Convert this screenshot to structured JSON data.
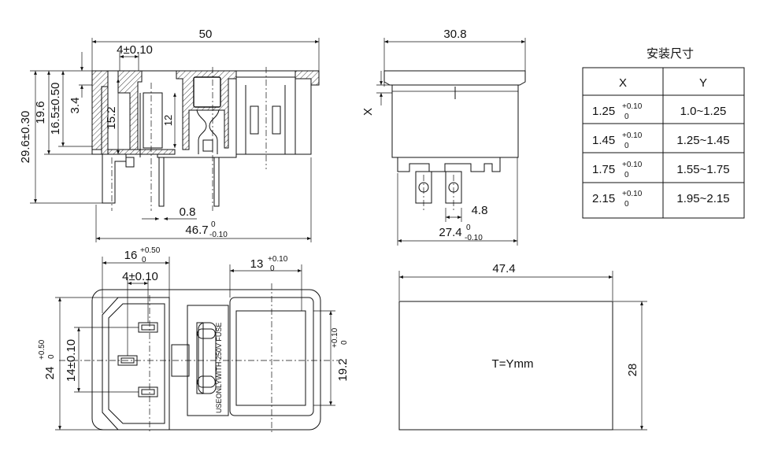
{
  "side_view": {
    "width_top": "50",
    "pin_offset": "4±0.10",
    "dim_29_6": "29.6±0.30",
    "dim_19_6": "19.6",
    "dim_16_5": "16.5±0.50",
    "dim_3_4": "3.4",
    "dim_15_2": "15.2",
    "dim_12": "12",
    "dim_0_8": "0.8",
    "dim_46_7": "46.7",
    "dim_46_7_tol_up": "0",
    "dim_46_7_tol_down": "-0.10"
  },
  "front_view": {
    "width_top": "30.8",
    "dim_x": "X",
    "dim_4_8": "4.8",
    "dim_27_4": "27.4",
    "dim_27_4_tol_up": "0",
    "dim_27_4_tol_down": "-0.10"
  },
  "install_table": {
    "title": "安装尺寸",
    "headers": [
      "X",
      "Y"
    ],
    "rows": [
      {
        "x": "1.25",
        "tol_up": "+0.10",
        "tol_down": "0",
        "y": "1.0~1.25"
      },
      {
        "x": "1.45",
        "tol_up": "+0.10",
        "tol_down": "0",
        "y": "1.25~1.45"
      },
      {
        "x": "1.75",
        "tol_up": "+0.10",
        "tol_down": "0",
        "y": "1.55~1.75"
      },
      {
        "x": "2.15",
        "tol_up": "+0.10",
        "tol_down": "0",
        "y": "1.95~2.15"
      }
    ]
  },
  "top_view": {
    "dim_16": "16",
    "dim_16_tol_up": "+0.50",
    "dim_16_tol_down": "0",
    "dim_4": "4±0.10",
    "dim_13": "13",
    "dim_13_tol_up": "+0.10",
    "dim_13_tol_down": "0",
    "dim_24": "24",
    "dim_24_tol_up": "+0.50",
    "dim_24_tol_down": "0",
    "dim_14": "14±0.10",
    "dim_19_2": "19.2",
    "dim_19_2_tol_up": "+0.10",
    "dim_19_2_tol_down": "0",
    "fuse_label": "USEONLYWITH 250V FUSE"
  },
  "panel_cutout": {
    "width": "47.4",
    "height": "28",
    "thickness": "T=Ymm"
  }
}
